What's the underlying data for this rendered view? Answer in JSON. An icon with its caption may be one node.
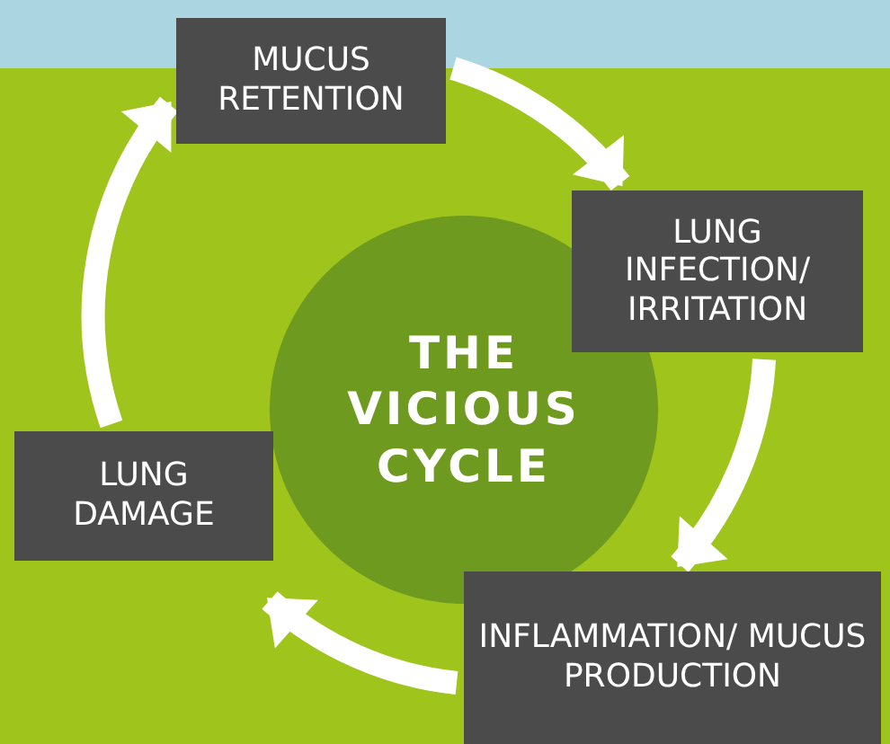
{
  "diagram": {
    "nodes": [
      {
        "text": [
          "THE VICIOUS CYCLE"
        ]
      },
      {
        "text": [
          "MUCUS RETENTION"
        ]
      },
      {
        "text": [
          "LUNG INFECTION/ IRRITATION"
        ]
      },
      {
        "text": [
          "INFLAMMATION/ MUCUS PRODUCTION"
        ]
      },
      {
        "text": [
          "LUNG DAMAGE"
        ]
      }
    ],
    "edges": [
      {
        "from": 1,
        "to": 2,
        "arrow": "to"
      },
      {
        "from": 2,
        "to": 3,
        "arrow": "to"
      },
      {
        "from": 3,
        "to": 4,
        "arrow": "to"
      },
      {
        "from": 4,
        "to": 1,
        "arrow": "to"
      }
    ]
  }
}
